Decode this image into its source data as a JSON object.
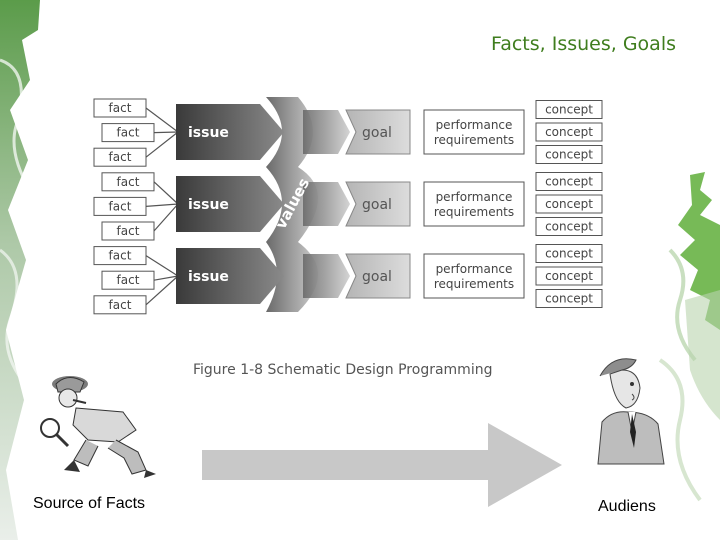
{
  "slide_title": "Facts, Issues, Goals",
  "diagram": {
    "fact_label": "fact",
    "issue_label": "issue",
    "values_label": "values",
    "goal_label": "goal",
    "perf_line1": "performance",
    "perf_line2": "requirements",
    "concept_label": "concept",
    "fact_count": 9,
    "concept_count": 9,
    "figure_caption": "Figure 1-8   Schematic Design Programming"
  },
  "captions": {
    "left": "Source of Facts",
    "right": "Audiens"
  },
  "colors": {
    "title": "#3f7d1e",
    "deco_green": "#5fae3a",
    "arrow": "#c8c8c8"
  },
  "icons": [
    "detective-clipart",
    "audience-man-clipart"
  ]
}
